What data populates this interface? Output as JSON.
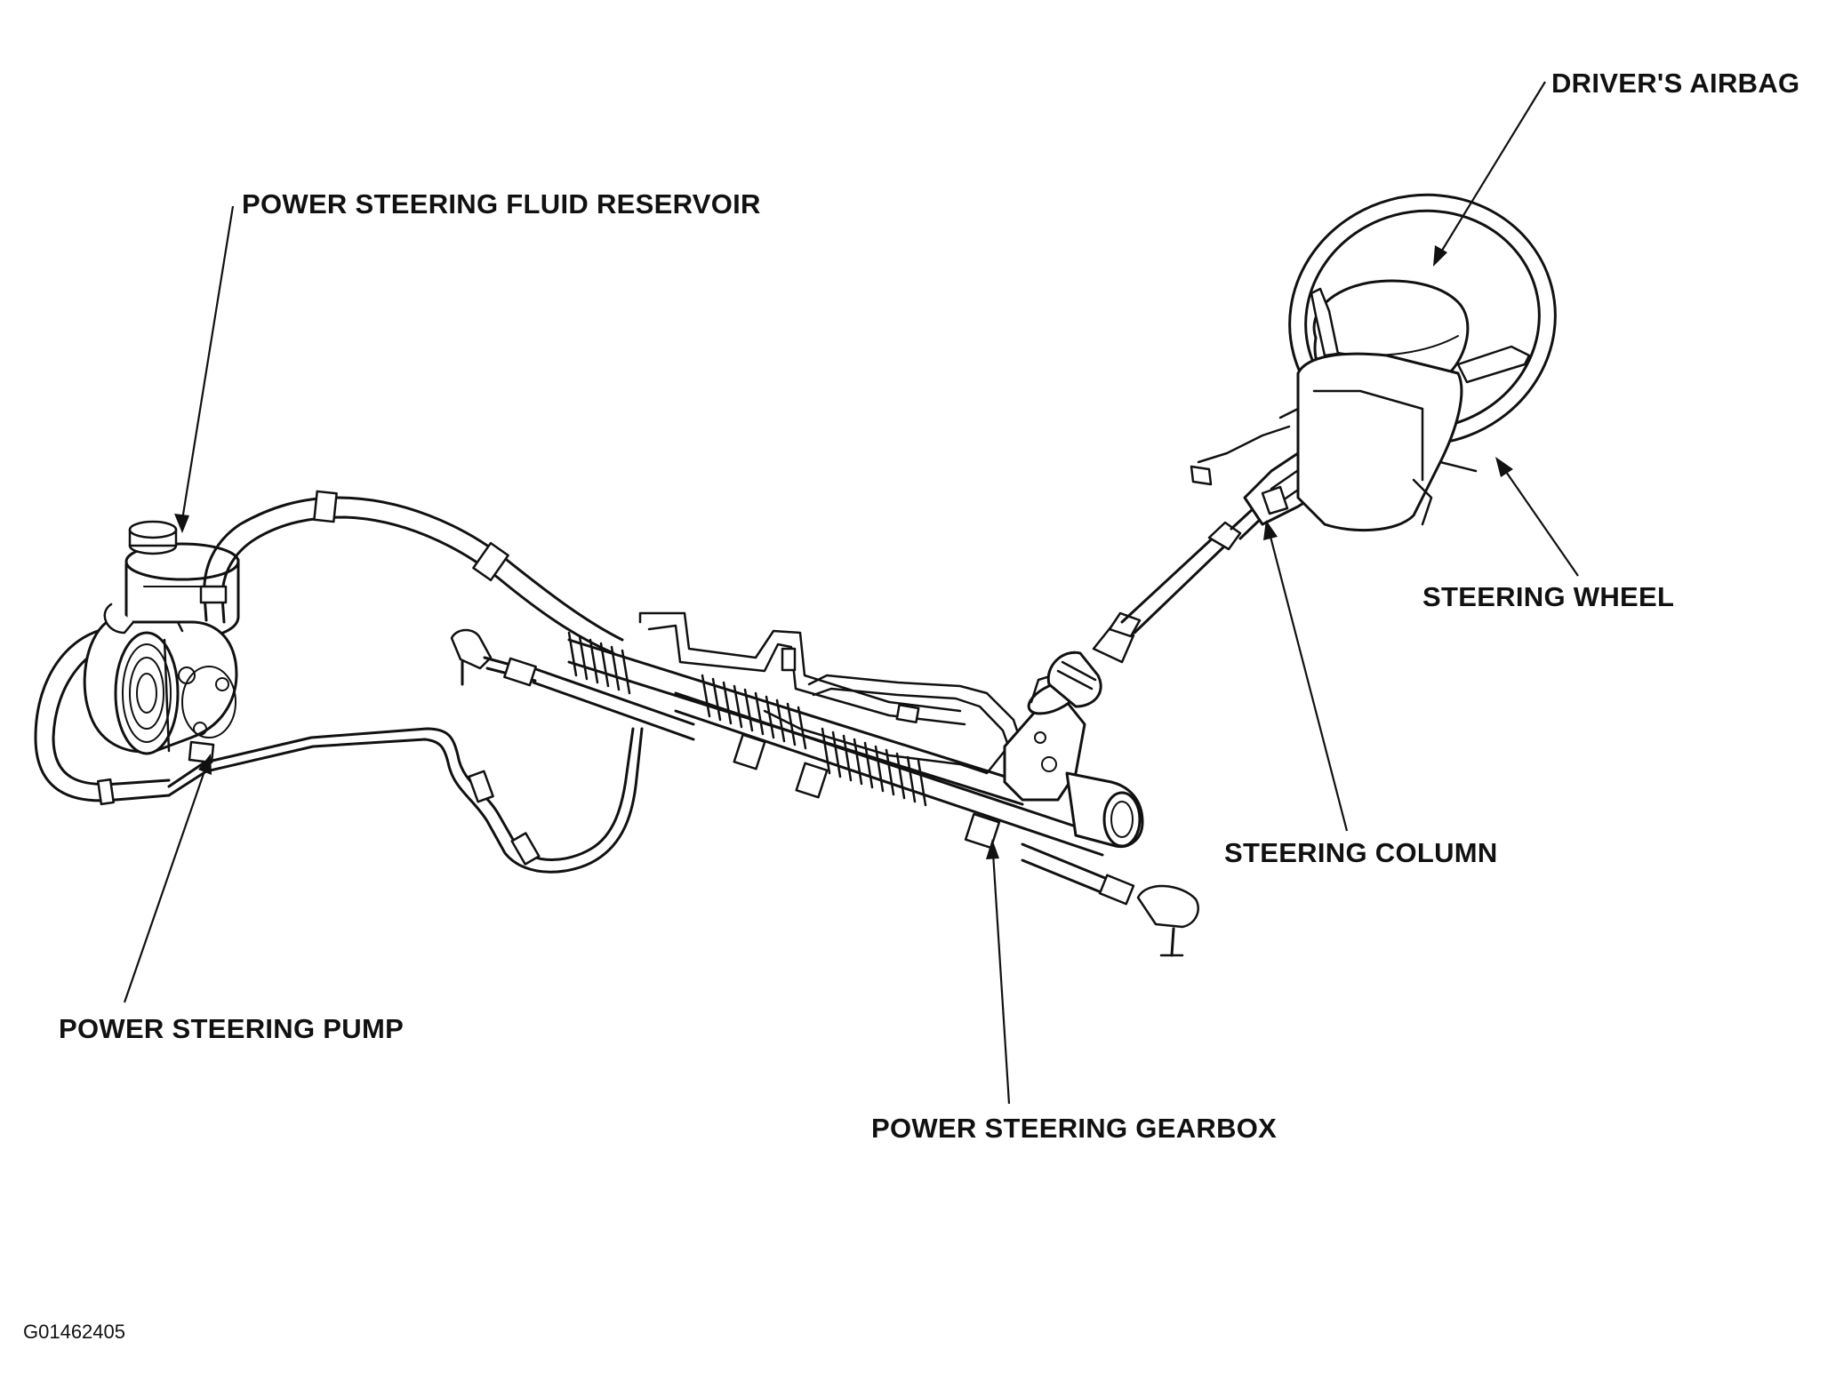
{
  "labels": {
    "reservoir": "POWER STEERING FLUID RESERVOIR",
    "pump": "POWER STEERING PUMP",
    "gearbox": "POWER STEERING GEARBOX",
    "column": "STEERING COLUMN",
    "wheel": "STEERING WHEEL",
    "airbag": "DRIVER'S AIRBAG"
  },
  "figure_id": "G01462405"
}
